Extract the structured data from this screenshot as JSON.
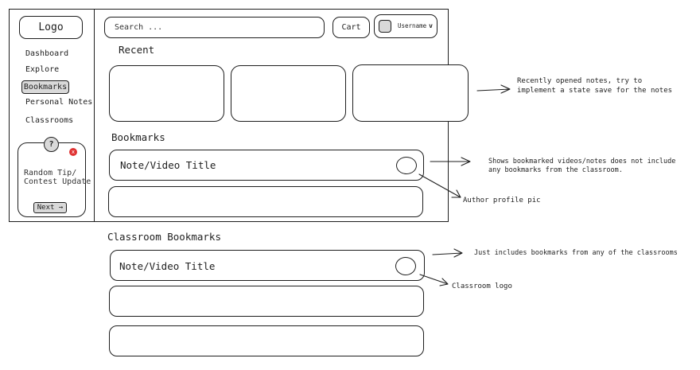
{
  "sidebar": {
    "logo": "Logo",
    "nav": [
      "Dashboard",
      "Explore",
      "Bookmarks",
      "Personal Notes",
      "Classrooms"
    ],
    "active_index": 2,
    "tip": {
      "help_glyph": "?",
      "close_glyph": "x",
      "line1": "Random Tip/",
      "line2": "Contest Update",
      "next_label": "Next →"
    }
  },
  "header": {
    "search_placeholder": "Search ...",
    "cart_label": "Cart",
    "username_label": "Username",
    "username_chevron": "v"
  },
  "sections": {
    "recent_title": "Recent",
    "bookmarks_title": "Bookmarks",
    "classroom_title": "Classroom Bookmarks",
    "item_title": "Note/Video Title"
  },
  "annotations": {
    "recent_line1": "Recently opened notes, try to",
    "recent_line2": "implement a state save for the notes",
    "bookmarks_line1": "Shows bookmarked videos/notes does not include",
    "bookmarks_line2": "any bookmarks from the classroom.",
    "author_pic": "Author profile pic",
    "classroom_scope": "Just includes bookmarks from any of the classrooms",
    "classroom_logo": "Classroom logo"
  },
  "icons": {
    "help": "help-circle-icon",
    "close": "close-icon",
    "avatar": "avatar-placeholder-icon",
    "chevron": "chevron-down-icon",
    "author": "author-avatar-icon",
    "classroom": "classroom-logo-icon"
  }
}
